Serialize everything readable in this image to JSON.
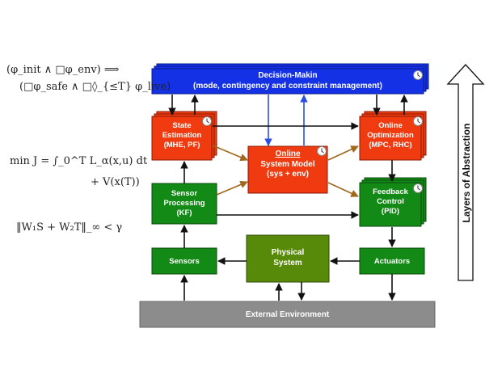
{
  "math": {
    "ltl_line1": "(φ_init ∧ □φ_env)  ⟹",
    "ltl_line2": "(□φ_safe ∧ □◊_{≤T} φ_live)",
    "cost_line1": "min J = ∫_0^T L_α(x,u) dt",
    "cost_line2": "+ V(x(T))",
    "hinf": "‖W₁S + W₂T‖_∞ < γ"
  },
  "boxes": {
    "decision": {
      "title": "Decision-Makin",
      "subtitle": "(mode, contingency and constraint management)"
    },
    "state_estimation": {
      "line1": "State",
      "line2": "Estimation",
      "line3": "(MHE, PF)"
    },
    "online_model": {
      "line1": "Online",
      "line2": "System Model",
      "line3": "(sys + env)"
    },
    "online_optimization": {
      "line1": "Online",
      "line2": "Optimization",
      "line3": "(MPC, RHC)"
    },
    "sensor_processing": {
      "line1": "Sensor",
      "line2": "Processing",
      "line3": "(KF)"
    },
    "feedback_control": {
      "line1": "Feedback",
      "line2": "Control",
      "line3": "(PID)"
    },
    "sensors": {
      "label": "Sensors"
    },
    "physical_system": {
      "line1": "Physical",
      "line2": "System"
    },
    "actuators": {
      "label": "Actuators"
    },
    "environment": {
      "label": "External Environment"
    }
  },
  "side_label": "Layers of Abstraction",
  "colors": {
    "blue": "#1431e6",
    "red": "#f03a10",
    "green": "#138a16",
    "olive": "#588a0a",
    "gray": "#8c8c8c",
    "brown_arrow": "#a0661a",
    "blue_arrow": "#2b4fe0"
  }
}
